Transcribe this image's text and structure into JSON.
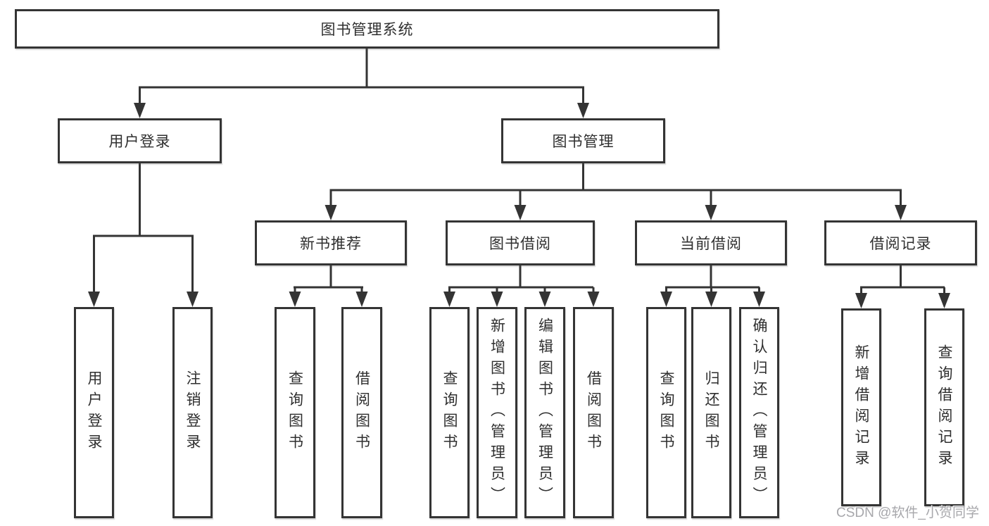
{
  "tree": {
    "label": "图书管理系统",
    "children": [
      {
        "label": "用户登录",
        "children": [
          {
            "label": "用户登录"
          },
          {
            "label": "注销登录"
          }
        ]
      },
      {
        "label": "图书管理",
        "children": [
          {
            "label": "新书推荐",
            "children": [
              {
                "label": "查询图书"
              },
              {
                "label": "借阅图书"
              }
            ]
          },
          {
            "label": "图书借阅",
            "children": [
              {
                "label": "查询图书"
              },
              {
                "label": "新增图书（管理员）"
              },
              {
                "label": "编辑图书（管理员）"
              },
              {
                "label": "借阅图书"
              }
            ]
          },
          {
            "label": "当前借阅",
            "children": [
              {
                "label": "查询图书"
              },
              {
                "label": "归还图书"
              },
              {
                "label": "确认归还（管理员）"
              }
            ]
          },
          {
            "label": "借阅记录",
            "children": [
              {
                "label": "新增借阅记录"
              },
              {
                "label": "查询借阅记录"
              }
            ]
          }
        ]
      }
    ]
  },
  "watermark": {
    "text": "CSDN @软件_小贺同学"
  },
  "colors": {
    "line": "#343434",
    "box_border": "#343434",
    "box_background": "#ffffff",
    "text": "#2f2f2f",
    "watermark": "#a7a7ab",
    "page_background": "#ffffff"
  }
}
